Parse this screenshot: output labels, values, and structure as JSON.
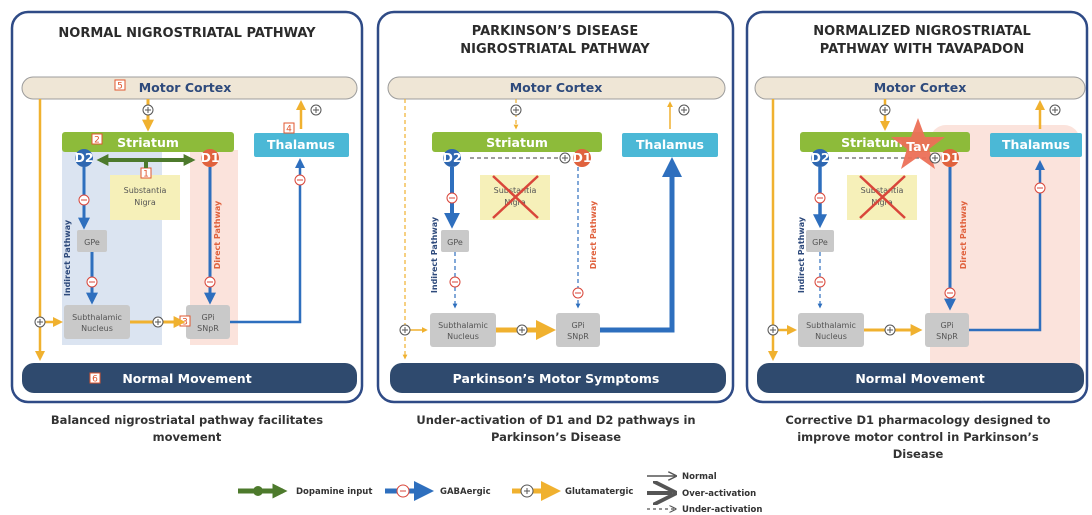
{
  "panels": [
    {
      "title_line1": "NORMAL NIGROSTRIATAL PATHWAY",
      "title_line2": "",
      "motor_cortex": "Motor Cortex",
      "striatum": "Striatum",
      "thalamus": "Thalamus",
      "d2": "D2",
      "d1": "D1",
      "substantia_line1": "Substantia",
      "substantia_line2": "Nigra",
      "gpe": "GPe",
      "stn_line1": "Subthalamic",
      "stn_line2": "Nucleus",
      "gpi_line1": "GPi",
      "gpi_line2": "SNpR",
      "indirect": "Indirect Pathway",
      "direct": "Direct Pathway",
      "footer": "Normal Movement",
      "caption_line1": "Balanced nigrostriatal pathway facilitates",
      "caption_line2": "movement",
      "caption_line3": "",
      "markers": [
        "1",
        "2",
        "3",
        "4",
        "5",
        "6"
      ]
    },
    {
      "title_line1": "PARKINSON’S DISEASE",
      "title_line2": "NIGROSTRIATAL PATHWAY",
      "motor_cortex": "Motor Cortex",
      "striatum": "Striatum",
      "thalamus": "Thalamus",
      "d2": "D2",
      "d1": "D1",
      "substantia_line1": "Substantia",
      "substantia_line2": "Nigra",
      "gpe": "GPe",
      "stn_line1": "Subthalamic",
      "stn_line2": "Nucleus",
      "gpi_line1": "GPi",
      "gpi_line2": "SNpR",
      "indirect": "Indirect Pathway",
      "direct": "Direct Pathway",
      "footer": "Parkinson’s Motor Symptoms",
      "caption_line1": "Under-activation of D1 and D2 pathways in",
      "caption_line2": "Parkinson’s Disease",
      "caption_line3": ""
    },
    {
      "title_line1": "NORMALIZED NIGROSTRIATAL",
      "title_line2": "PATHWAY WITH TAVAPADON",
      "motor_cortex": "Motor Cortex",
      "striatum": "Striatum",
      "thalamus": "Thalamus",
      "d2": "D2",
      "d1": "D1",
      "substantia_line1": "Substantia",
      "substantia_line2": "Nigra",
      "gpe": "GPe",
      "stn_line1": "Subthalamic",
      "stn_line2": "Nucleus",
      "gpi_line1": "GPi",
      "gpi_line2": "SNpR",
      "indirect": "Indirect Pathway",
      "direct": "Direct Pathway",
      "tav": "Tav",
      "footer": "Normal Movement",
      "caption_line1": "Corrective D1 pharmacology designed to",
      "caption_line2": "improve motor control in Parkinson’s",
      "caption_line3": "Disease"
    }
  ],
  "legend": {
    "dopamine": "Dopamine input",
    "gaba": "GABAergic",
    "glutamatergic": "Glutamatergic",
    "normal": "Normal",
    "over": "Over-activation",
    "under": "Under-activation"
  },
  "colors": {
    "frame": "#2f4b86",
    "footer": "#2f4a6e",
    "cortex": "#efe6d6",
    "striatum": "#8dbb3a",
    "thalamus": "#4bb8d6",
    "d2": "#2e67b1",
    "d1": "#e0623e",
    "gaba_arrow": "#2e6fbe",
    "glut_arrow": "#f0b12f",
    "dopamine": "#4d7a2c",
    "node": "#c9c9c9",
    "nigra": "#f6f0b9",
    "indirect_bg": "#dbe4f1",
    "direct_bg": "#fbe3dc",
    "x_mark": "#d9463a",
    "star": "#ec7057"
  },
  "icons": [
    "plus-circle-icon",
    "minus-circle-icon",
    "x-mark-icon",
    "star-icon"
  ]
}
